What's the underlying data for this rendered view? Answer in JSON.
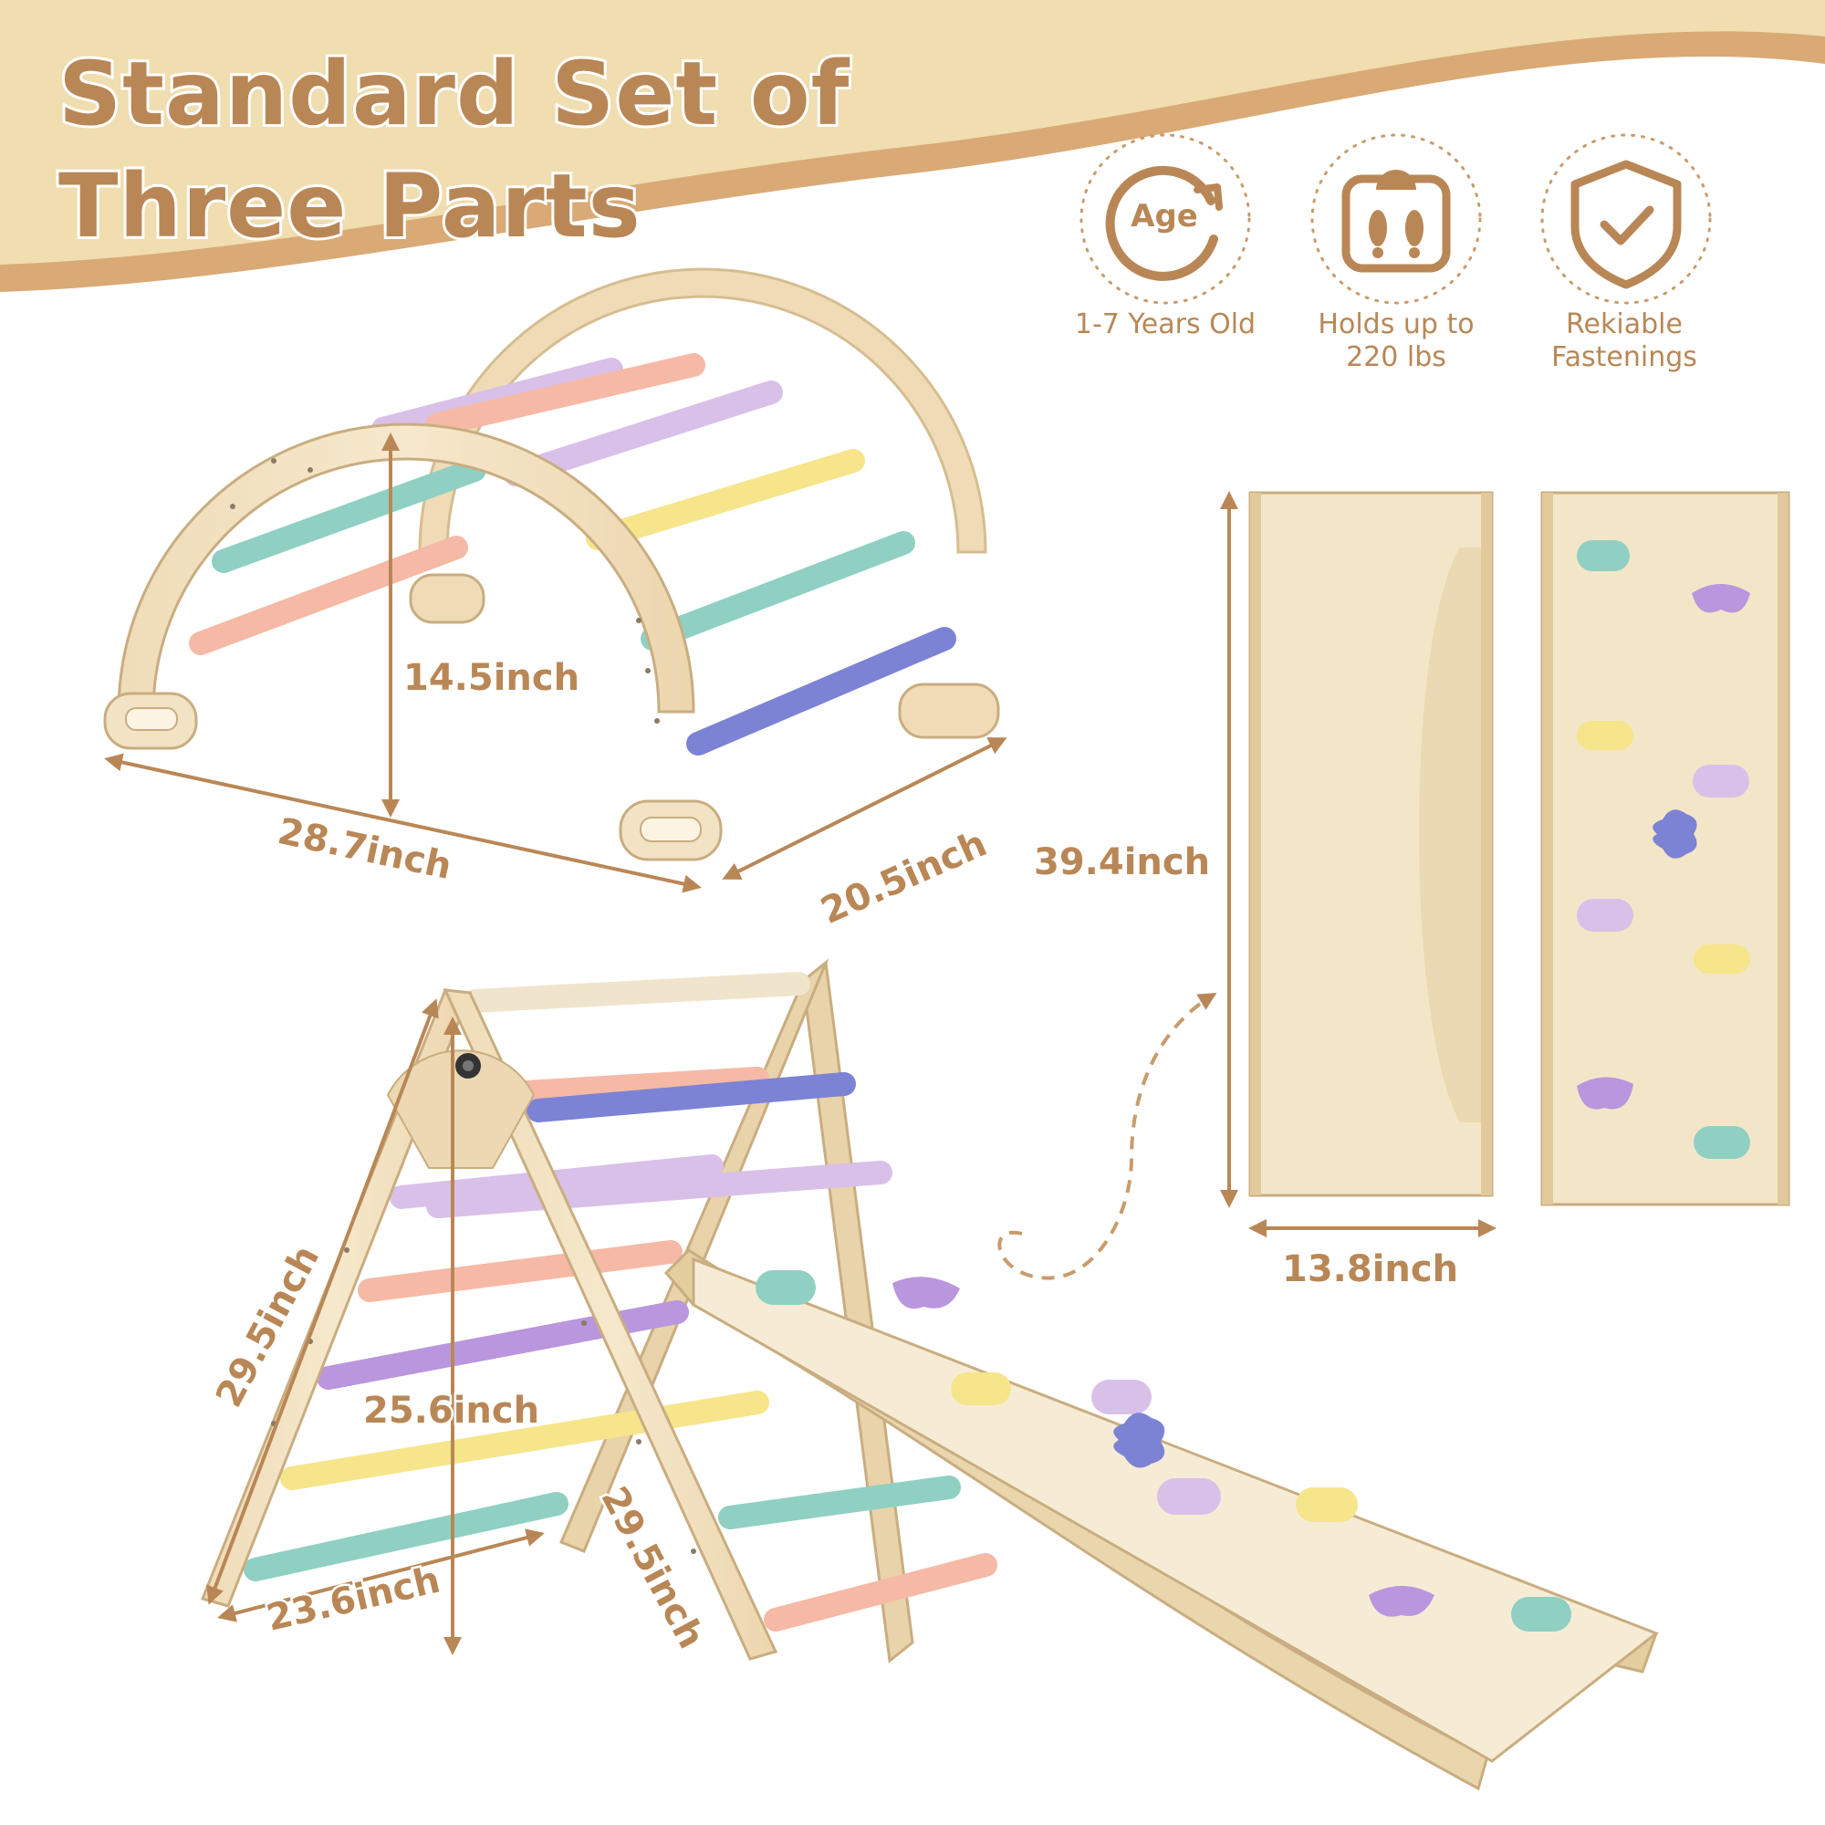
{
  "title": {
    "line1": "Standard Set of",
    "line2": "Three Parts"
  },
  "features": [
    {
      "icon": "age-icon",
      "badge": "Age",
      "label": "1-7 Years Old"
    },
    {
      "icon": "scale-icon",
      "label": "Holds up to 220 lbs"
    },
    {
      "icon": "shield-check-icon",
      "label": "Rekiable Fastenings"
    }
  ],
  "dimensions": {
    "arch_height": "14.5inch",
    "arch_width": "28.7inch",
    "arch_depth": "20.5inch",
    "board_height": "39.4inch",
    "board_width": "13.8inch",
    "triangle_side_left": "29.5inch",
    "triangle_height": "25.6inch",
    "triangle_side_right": "29.5inch",
    "triangle_base": "23.6inch"
  },
  "colors": {
    "brand_brown": "#b98756",
    "header_band": "#f0ddb0",
    "wood": "#f1e3c4",
    "rung_teal": "#8fd0c3",
    "rung_lavender": "#d9c0e8",
    "rung_yellow": "#f6e58a",
    "rung_pink": "#f6b9a6",
    "rung_purple": "#b996dd",
    "rung_blue": "#7c83d4"
  }
}
